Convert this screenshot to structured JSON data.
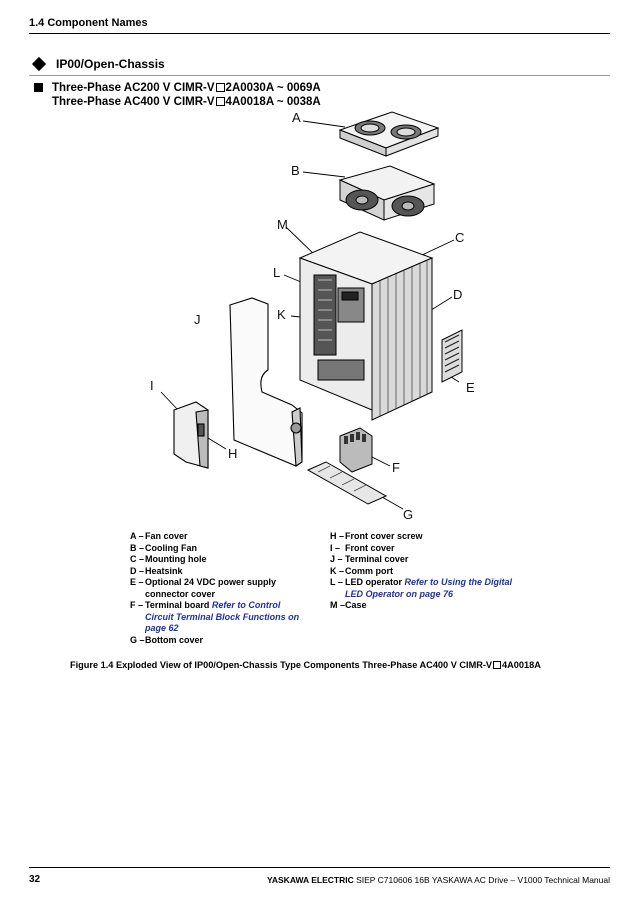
{
  "header": {
    "section": "1.4 Component Names"
  },
  "heading2": "IP00/Open-Chassis",
  "heading3": {
    "line1_pre": "Three-Phase AC200 V CIMR-V",
    "line1_post": "2A0030A ~ 0069A",
    "line2_pre": "Three-Phase AC400 V CIMR-V",
    "line2_post": "4A0018A ~ 0038A"
  },
  "diagram_labels": [
    "A",
    "B",
    "M",
    "C",
    "L",
    "D",
    "J",
    "K",
    "E",
    "I",
    "H",
    "F",
    "G"
  ],
  "legend_left": [
    {
      "key": "A –",
      "text": "Fan cover"
    },
    {
      "key": "B –",
      "text": "Cooling Fan"
    },
    {
      "key": "C –",
      "text": "Mounting hole"
    },
    {
      "key": "D –",
      "text": "Heatsink"
    },
    {
      "key": "E –",
      "text": "Optional 24 VDC power supply connector cover"
    },
    {
      "key": "F –",
      "text": "Terminal board ",
      "link": "Refer to Control Circuit Terminal Block Functions on page 62"
    },
    {
      "key": "G –",
      "text": "Bottom cover"
    }
  ],
  "legend_right": [
    {
      "key": "H –",
      "text": "Front cover screw"
    },
    {
      "key": "I –",
      "text": "Front cover"
    },
    {
      "key": "J –",
      "text": "Terminal cover"
    },
    {
      "key": "K –",
      "text": "Comm port"
    },
    {
      "key": "L –",
      "text": "LED operator ",
      "link": "Refer to Using the Digital LED Operator on page 76"
    },
    {
      "key": "M –",
      "text": "Case"
    }
  ],
  "caption": {
    "pre": "Figure 1.4  Exploded View of IP00/Open-Chassis Type Components Three-Phase AC400 V CIMR-V",
    "post": "4A0018A"
  },
  "footer": {
    "page": "32",
    "brand": "YASKAWA ELECTRIC",
    "text": " SIEP C710606 16B YASKAWA AC Drive – V1000 Technical Manual"
  }
}
